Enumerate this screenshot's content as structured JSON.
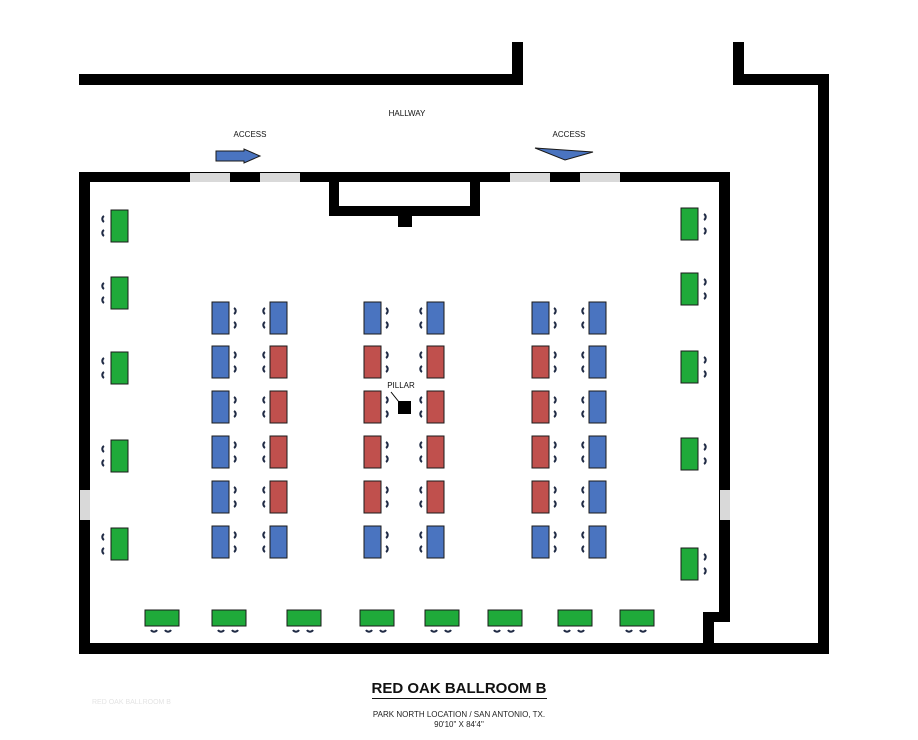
{
  "labels": {
    "hallway": "HALLWAY",
    "access_left": "ACCESS",
    "access_right": "ACCESS",
    "pillar": "PILLAR"
  },
  "title": "RED OAK BALLROOM B",
  "subtitle_line1": "PARK NORTH LOCATION / SAN ANTONIO, TX.",
  "subtitle_line2": "90'10\" X 84'4\"",
  "watermark": "RED OAK BALLROOM B",
  "colors": {
    "blue_table": "#4a74c0",
    "red_table": "#c0504d",
    "green_table": "#1faa3a",
    "wall": "#000000",
    "door": "#d9d9d9",
    "chair": "#1f2a44"
  },
  "room": {
    "row_colors": [
      [
        "blue",
        "blue",
        "blue",
        "blue",
        "blue",
        "blue"
      ],
      [
        "blue",
        "red",
        "red",
        "red",
        "red",
        "blue"
      ],
      [
        "blue",
        "red",
        "red",
        "red",
        "red",
        "blue"
      ],
      [
        "blue",
        "red",
        "red",
        "red",
        "red",
        "blue"
      ],
      [
        "blue",
        "red",
        "red",
        "red",
        "red",
        "blue"
      ],
      [
        "blue",
        "blue",
        "blue",
        "blue",
        "blue",
        "blue"
      ]
    ]
  }
}
